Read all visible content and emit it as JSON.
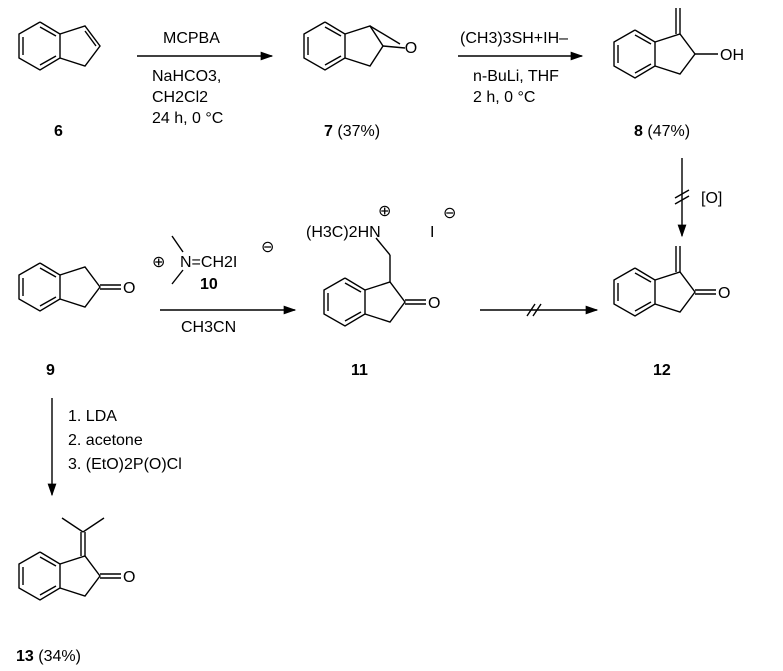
{
  "compounds": {
    "c6": {
      "number": "6"
    },
    "c7": {
      "number": "7",
      "yield": "(37%)"
    },
    "c8": {
      "number": "8",
      "yield": "(47%)"
    },
    "c9": {
      "number": "9"
    },
    "c10": {
      "number": "10"
    },
    "c11": {
      "number": "11"
    },
    "c12": {
      "number": "12"
    },
    "c13": {
      "number": "13",
      "yield": "(34%)"
    }
  },
  "atoms": {
    "epoxide_o": "O",
    "hydroxyl": "OH",
    "ketone_o": "O",
    "iodide": "I",
    "minus": "⊖",
    "plus": "⊕",
    "ammonium_group": "(H3C)2HN",
    "iminium": "N=CH2I"
  },
  "conditions": {
    "step1": {
      "top": "MCPBA",
      "line1": "NaHCO3,",
      "line2": "CH2Cl2",
      "line3": "24 h, 0 °C"
    },
    "step2": {
      "top": "(CH3)3SH+IH–",
      "line1": "n-BuLi, THF",
      "line2": "2 h, 0 °C"
    },
    "step3": {
      "reagent": "[O]"
    },
    "step4": {
      "solvent": "CH3CN"
    },
    "step5": {
      "line1": "1. LDA",
      "line2": "2. acetone",
      "line3": "3. (EtO)2P(O)Cl"
    }
  }
}
